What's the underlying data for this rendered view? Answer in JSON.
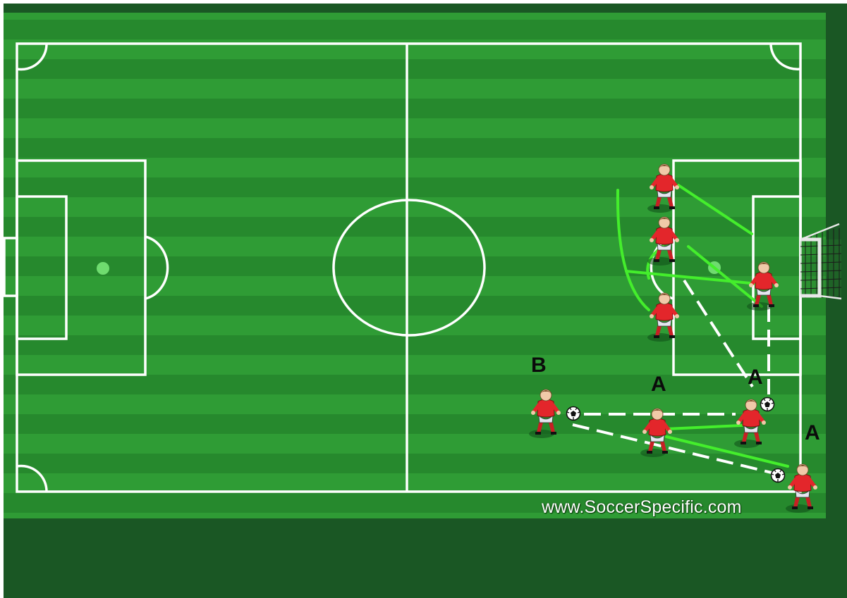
{
  "diagram": {
    "colors": {
      "frame": "#1a5724",
      "grass_light": "#2d9a34",
      "grass_dark": "#25872c",
      "lines": "#ffffff",
      "run_arrow": "#44ee2c",
      "pass_arrow": "#ffffff",
      "shirt": "#e3262b",
      "shorts": "#e4e6ef"
    },
    "labels": {
      "b": "B",
      "a1": "A",
      "a2": "A",
      "a3": "A"
    },
    "watermark": "www.SoccerSpecific.com"
  }
}
